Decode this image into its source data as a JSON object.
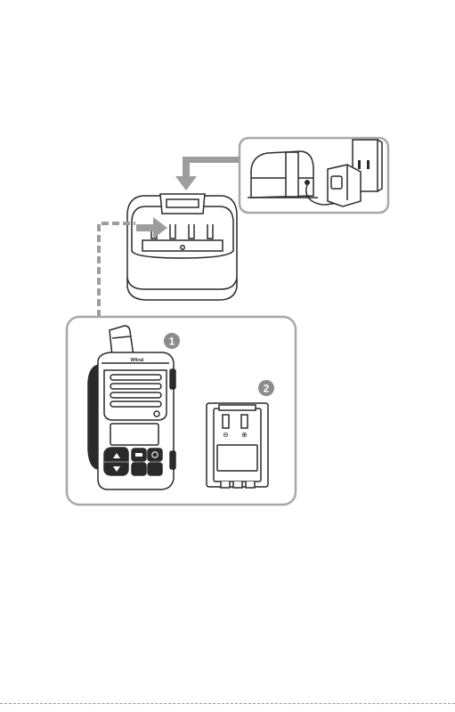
{
  "callouts": {
    "radio_number": "1",
    "battery_number": "2"
  },
  "radio": {
    "brand_text": "Wfinal"
  },
  "battery": {
    "minus_symbol": "⊖",
    "plus_symbol": "⊕"
  },
  "colors": {
    "line": "#2a2a2a",
    "arrow": "#9d9d9d",
    "panel_border": "#a8a8a8",
    "callout_fill": "#8c8c8c",
    "background": "#ffffff"
  },
  "icons": {
    "up_button": "triangle-up-icon",
    "down_button": "triangle-down-icon",
    "power_button": "power-icon"
  }
}
